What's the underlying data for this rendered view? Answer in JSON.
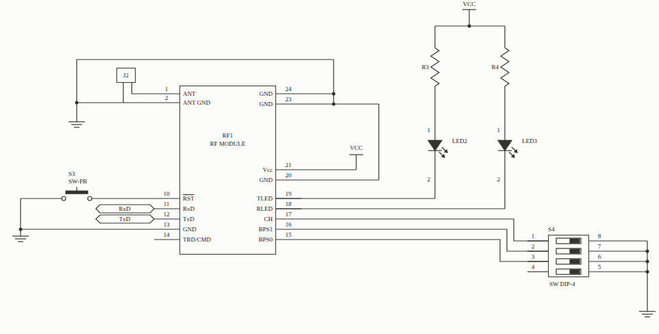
{
  "diagram": {
    "nodes": [
      {
        "text": [
          "J2"
        ]
      },
      {
        "text": [
          "RF1",
          "RF MODULE"
        ]
      },
      {
        "text": [
          "S4",
          "SW DIP-4"
        ]
      }
    ],
    "edges": [
      {
        "from": 0,
        "to": 1,
        "arrow": "none"
      },
      {
        "from": 1,
        "to": 2,
        "arrow": "none"
      },
      {
        "from": 1,
        "to": 2,
        "arrow": "none"
      },
      {
        "from": 1,
        "to": 2,
        "arrow": "none"
      }
    ],
    "labels": [
      "GND",
      "GND",
      "Vcc",
      "GND",
      "TLED",
      "RLED",
      "CH",
      "BPS1",
      "BPS0",
      "24",
      "23",
      "21",
      "20",
      "19",
      "18",
      "17",
      "16",
      "15",
      "ANT",
      "ANT GND",
      "RST",
      "RxD",
      "TxD",
      "GND",
      "TRD/CMD",
      "1",
      "2",
      "10",
      "11",
      "12",
      "13",
      "14",
      "VCC",
      "VCC",
      "R3",
      "R4",
      "LED2",
      "LED3",
      "1",
      "2",
      "1",
      "2",
      "S3",
      "SW-PB",
      "RxD",
      "TxD",
      "1",
      "2",
      "3",
      "4",
      "8",
      "7",
      "6",
      "5"
    ]
  }
}
